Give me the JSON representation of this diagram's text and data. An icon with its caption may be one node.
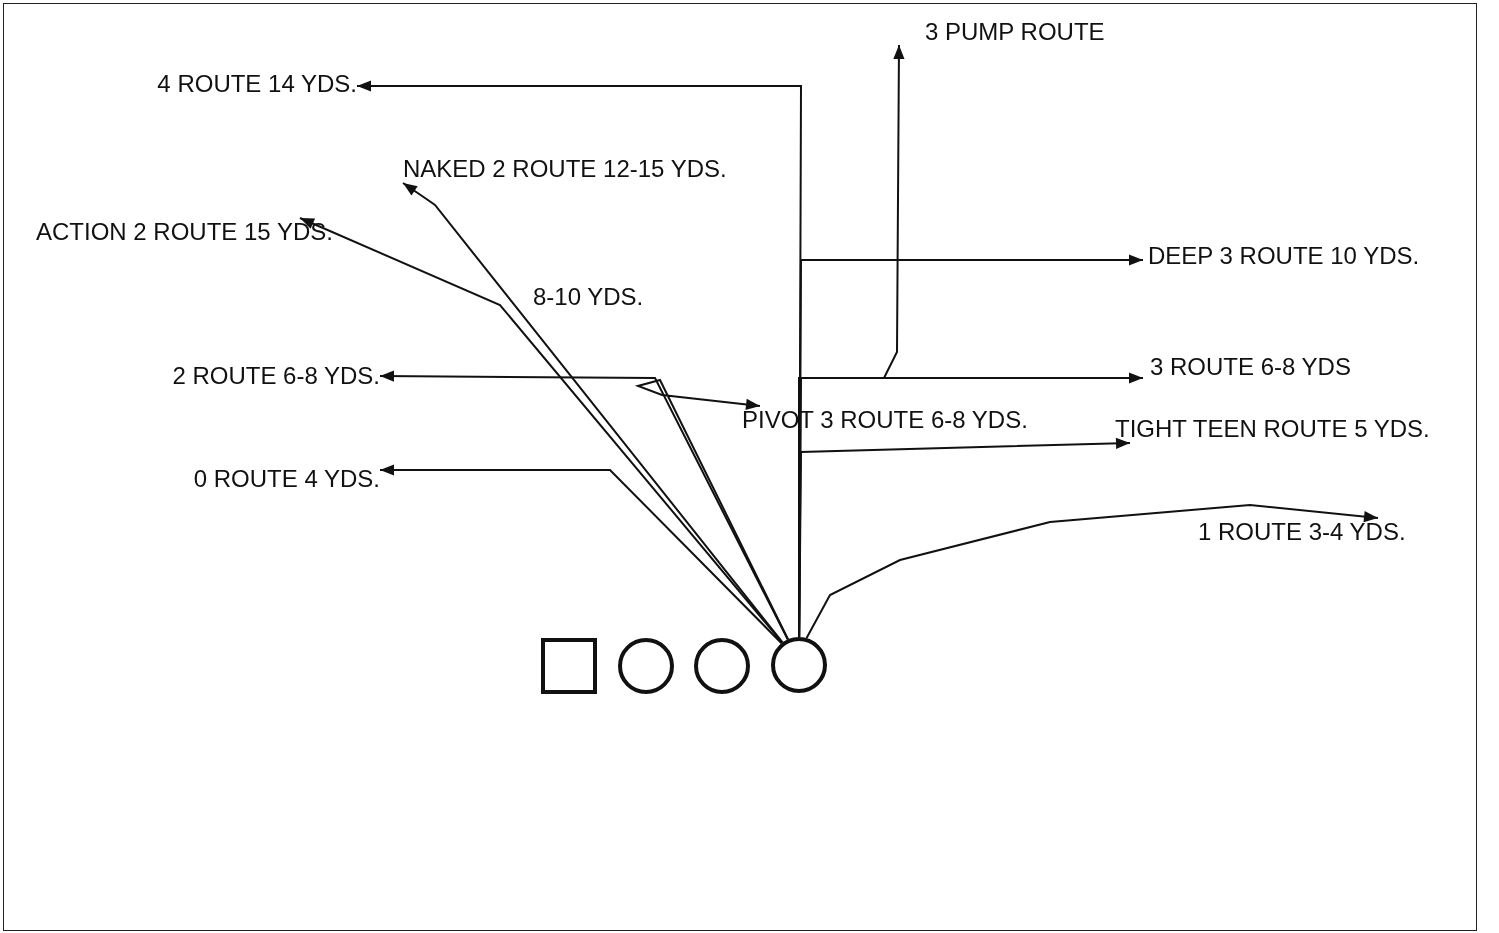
{
  "diagram": {
    "nodes": [
      {
        "text": [],
        "shape": "box"
      },
      {
        "text": [],
        "shape": "circle"
      },
      {
        "text": [],
        "shape": "circle"
      },
      {
        "text": [],
        "shape": "circle"
      },
      {
        "text": [
          "3 PUMP ROUTE"
        ]
      },
      {
        "text": [
          "4 ROUTE 14 YDS."
        ]
      },
      {
        "text": [
          "NAKED 2 ROUTE 12-15 YDS."
        ]
      },
      {
        "text": [
          "ACTION 2 ROUTE 15 YDS."
        ]
      },
      {
        "text": [
          "DEEP 3 ROUTE 10 YDS."
        ]
      },
      {
        "text": [
          "2 ROUTE 6-8 YDS."
        ]
      },
      {
        "text": [
          "3 ROUTE 6-8 YDS"
        ]
      },
      {
        "text": [
          "PIVOT 3 ROUTE 6-8 YDS."
        ]
      },
      {
        "text": [
          "TIGHT TEEN ROUTE 5 YDS."
        ]
      },
      {
        "text": [
          "0 ROUTE 4 YDS."
        ]
      },
      {
        "text": [
          "1 ROUTE 3-4 YDS."
        ]
      }
    ],
    "edges": [
      {
        "from": 3,
        "to": 4,
        "arrow": "to"
      },
      {
        "from": 3,
        "to": 5,
        "arrow": "to"
      },
      {
        "from": 3,
        "to": 6,
        "arrow": "to"
      },
      {
        "from": 3,
        "to": 7,
        "arrow": "to"
      },
      {
        "from": 3,
        "to": 8,
        "arrow": "to"
      },
      {
        "from": 3,
        "to": 9,
        "arrow": "to"
      },
      {
        "from": 3,
        "to": 10,
        "arrow": "to"
      },
      {
        "from": 3,
        "to": 11,
        "arrow": "to"
      },
      {
        "from": 3,
        "to": 12,
        "arrow": "to"
      },
      {
        "from": 3,
        "to": 13,
        "arrow": "to"
      },
      {
        "from": 3,
        "to": 14,
        "arrow": "to"
      }
    ],
    "labels": [
      "8-10 YDS."
    ]
  }
}
